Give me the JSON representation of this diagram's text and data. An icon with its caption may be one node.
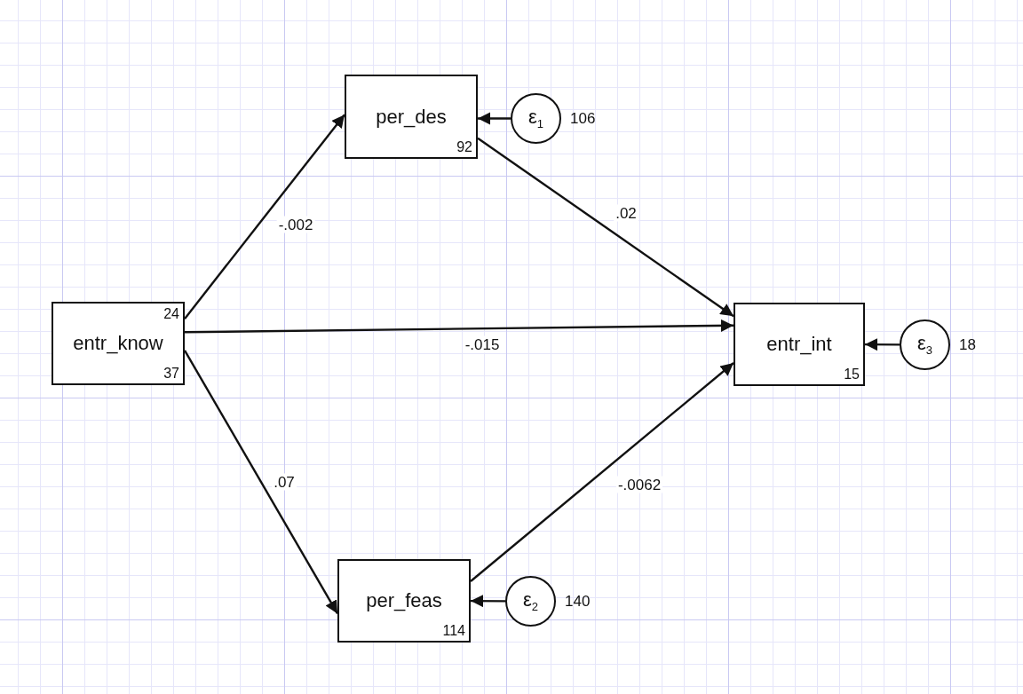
{
  "diagram": {
    "nodes": [
      {
        "text": [
          "per_des",
          "92"
        ]
      },
      {
        "text": [
          "ε$_{1}$"
        ],
        "beside": [
          "106"
        ]
      },
      {
        "text": [
          "24",
          "entr_know",
          "37"
        ]
      },
      {
        "text": [
          "entr_int",
          "15"
        ]
      },
      {
        "text": [
          "ε$_{3}$"
        ],
        "beside": [
          "18"
        ]
      },
      {
        "text": [
          "per_feas",
          "114"
        ]
      },
      {
        "text": [
          "ε$_{2}$"
        ],
        "beside": [
          "140"
        ]
      }
    ],
    "edges": [
      {
        "from": 2,
        "to": 0,
        "arrow": "to",
        "label": "-.002"
      },
      {
        "from": 0,
        "to": 3,
        "arrow": "to",
        "label": ".02"
      },
      {
        "from": 2,
        "to": 3,
        "arrow": "to",
        "label": "-.015"
      },
      {
        "from": 2,
        "to": 5,
        "arrow": "to",
        "label": ".07"
      },
      {
        "from": 5,
        "to": 3,
        "arrow": "to",
        "label": "-.0062"
      },
      {
        "from": 1,
        "to": 0,
        "arrow": "to"
      },
      {
        "from": 4,
        "to": 3,
        "arrow": "to"
      },
      {
        "from": 6,
        "to": 5,
        "arrow": "to"
      }
    ]
  }
}
